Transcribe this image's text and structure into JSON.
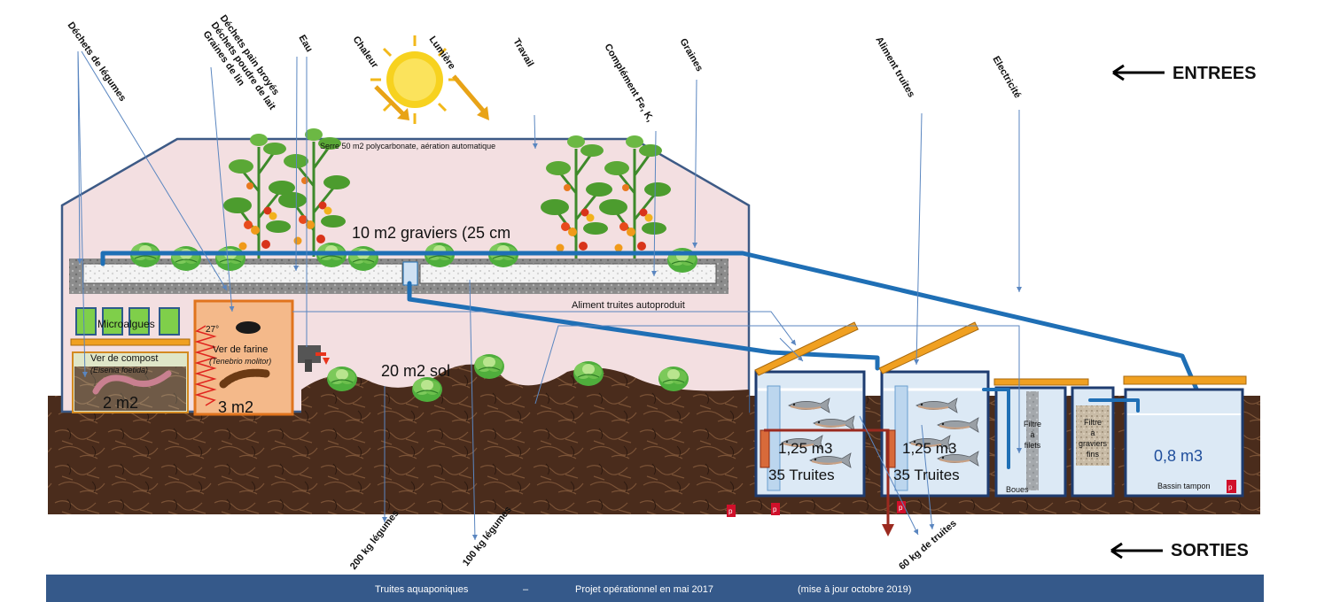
{
  "legend": {
    "inputs": "ENTREES",
    "outputs": "SORTIES"
  },
  "inputs": {
    "dechets_legumes": "Déchets de légumes",
    "dechets_pain": "Déchets pain broyés",
    "dechets_lait": "Déchets poudre de lait",
    "graines_lin": "Graines de lin",
    "eau": "Eau",
    "chaleur": "Chaleur",
    "lumiere": "Lumière",
    "travail": "Travail",
    "complement": "Complément Fe, K,",
    "graines": "Graines",
    "aliment_truites": "Aliment truites",
    "electricite": "Electricité"
  },
  "greenhouse": {
    "label": "Serre 50 m2 polycarbonate, aération automatique",
    "gravel_bed": "10 m2 graviers (25 cm",
    "soil_bed": "20 m2 sol",
    "feed_label": "Aliment truites autoproduit"
  },
  "units": {
    "microalgues": "Microalgues",
    "compost_title": "Ver de compost",
    "compost_species": "(Eisenia foetida)",
    "compost_area": "2 m2",
    "farine_title": "Ver de farine",
    "farine_species": "(Tenebrio molitor)",
    "farine_area": "3 m2",
    "temperature": "27°"
  },
  "tanks": {
    "tank1_volume": "1,25 m3",
    "tank1_fish": "35 Truites",
    "tank2_volume": "1,25 m3",
    "tank2_fish": "35 Truites",
    "filter1": [
      "Filtre",
      "à",
      "filets"
    ],
    "filter2": [
      "Filtre",
      "à",
      "graviers",
      "fins"
    ],
    "boues": "Boues",
    "buffer_volume": "0,8 m3",
    "buffer_label": "Bassin tampon",
    "pump": "p"
  },
  "outputs": {
    "legumes_sol": "200 kg légumes",
    "legumes_graviers": "100 kg légumes",
    "truites": "60 kg de truites"
  },
  "footer": {
    "project": "Truites aquaponiques",
    "dash": "–",
    "status": "Projet opérationnel en  mai  2017",
    "update": "(mise à jour octobre 2019)"
  },
  "colors": {
    "greenhouse": "#f3dfe1",
    "soil": "#4a2c1c",
    "pipe": "#1f6fb5",
    "water": "#dce9f5",
    "footer": "#35598a",
    "lid": "#f0a021",
    "sun": "#f7d21f",
    "pump": "#d0102a"
  }
}
